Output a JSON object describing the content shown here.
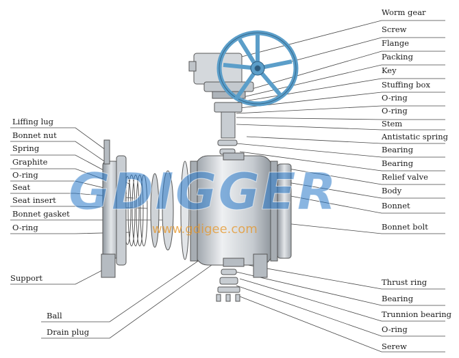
{
  "watermark": {
    "brand": "GDIGGER",
    "url": "www.gdigee.com"
  },
  "labels_right": [
    "Worm gear",
    "Screw",
    "Flange",
    "Packing",
    "Key",
    "Stuffing box",
    "O-ring",
    "O-ring",
    "Stem",
    "Antistatic spring",
    "Bearing",
    "Bearing",
    "Relief valve",
    "Body",
    "Bonnet",
    "Bonnet bolt",
    "Thrust ring",
    "Bearing",
    "Trunnion bearing",
    "O-ring",
    "Serew"
  ],
  "labels_left": [
    "Liffing lug",
    "Bonnet nut",
    "Spring",
    "Graphite",
    "O-ring",
    "Seat",
    "Seat insert",
    "Bonnet gasket",
    "O-ring",
    "Support",
    "Ball",
    "Drain plug"
  ],
  "colors": {
    "handwheel": "#5b9ec9",
    "metal": "#c9ced3",
    "line": "#444444"
  }
}
